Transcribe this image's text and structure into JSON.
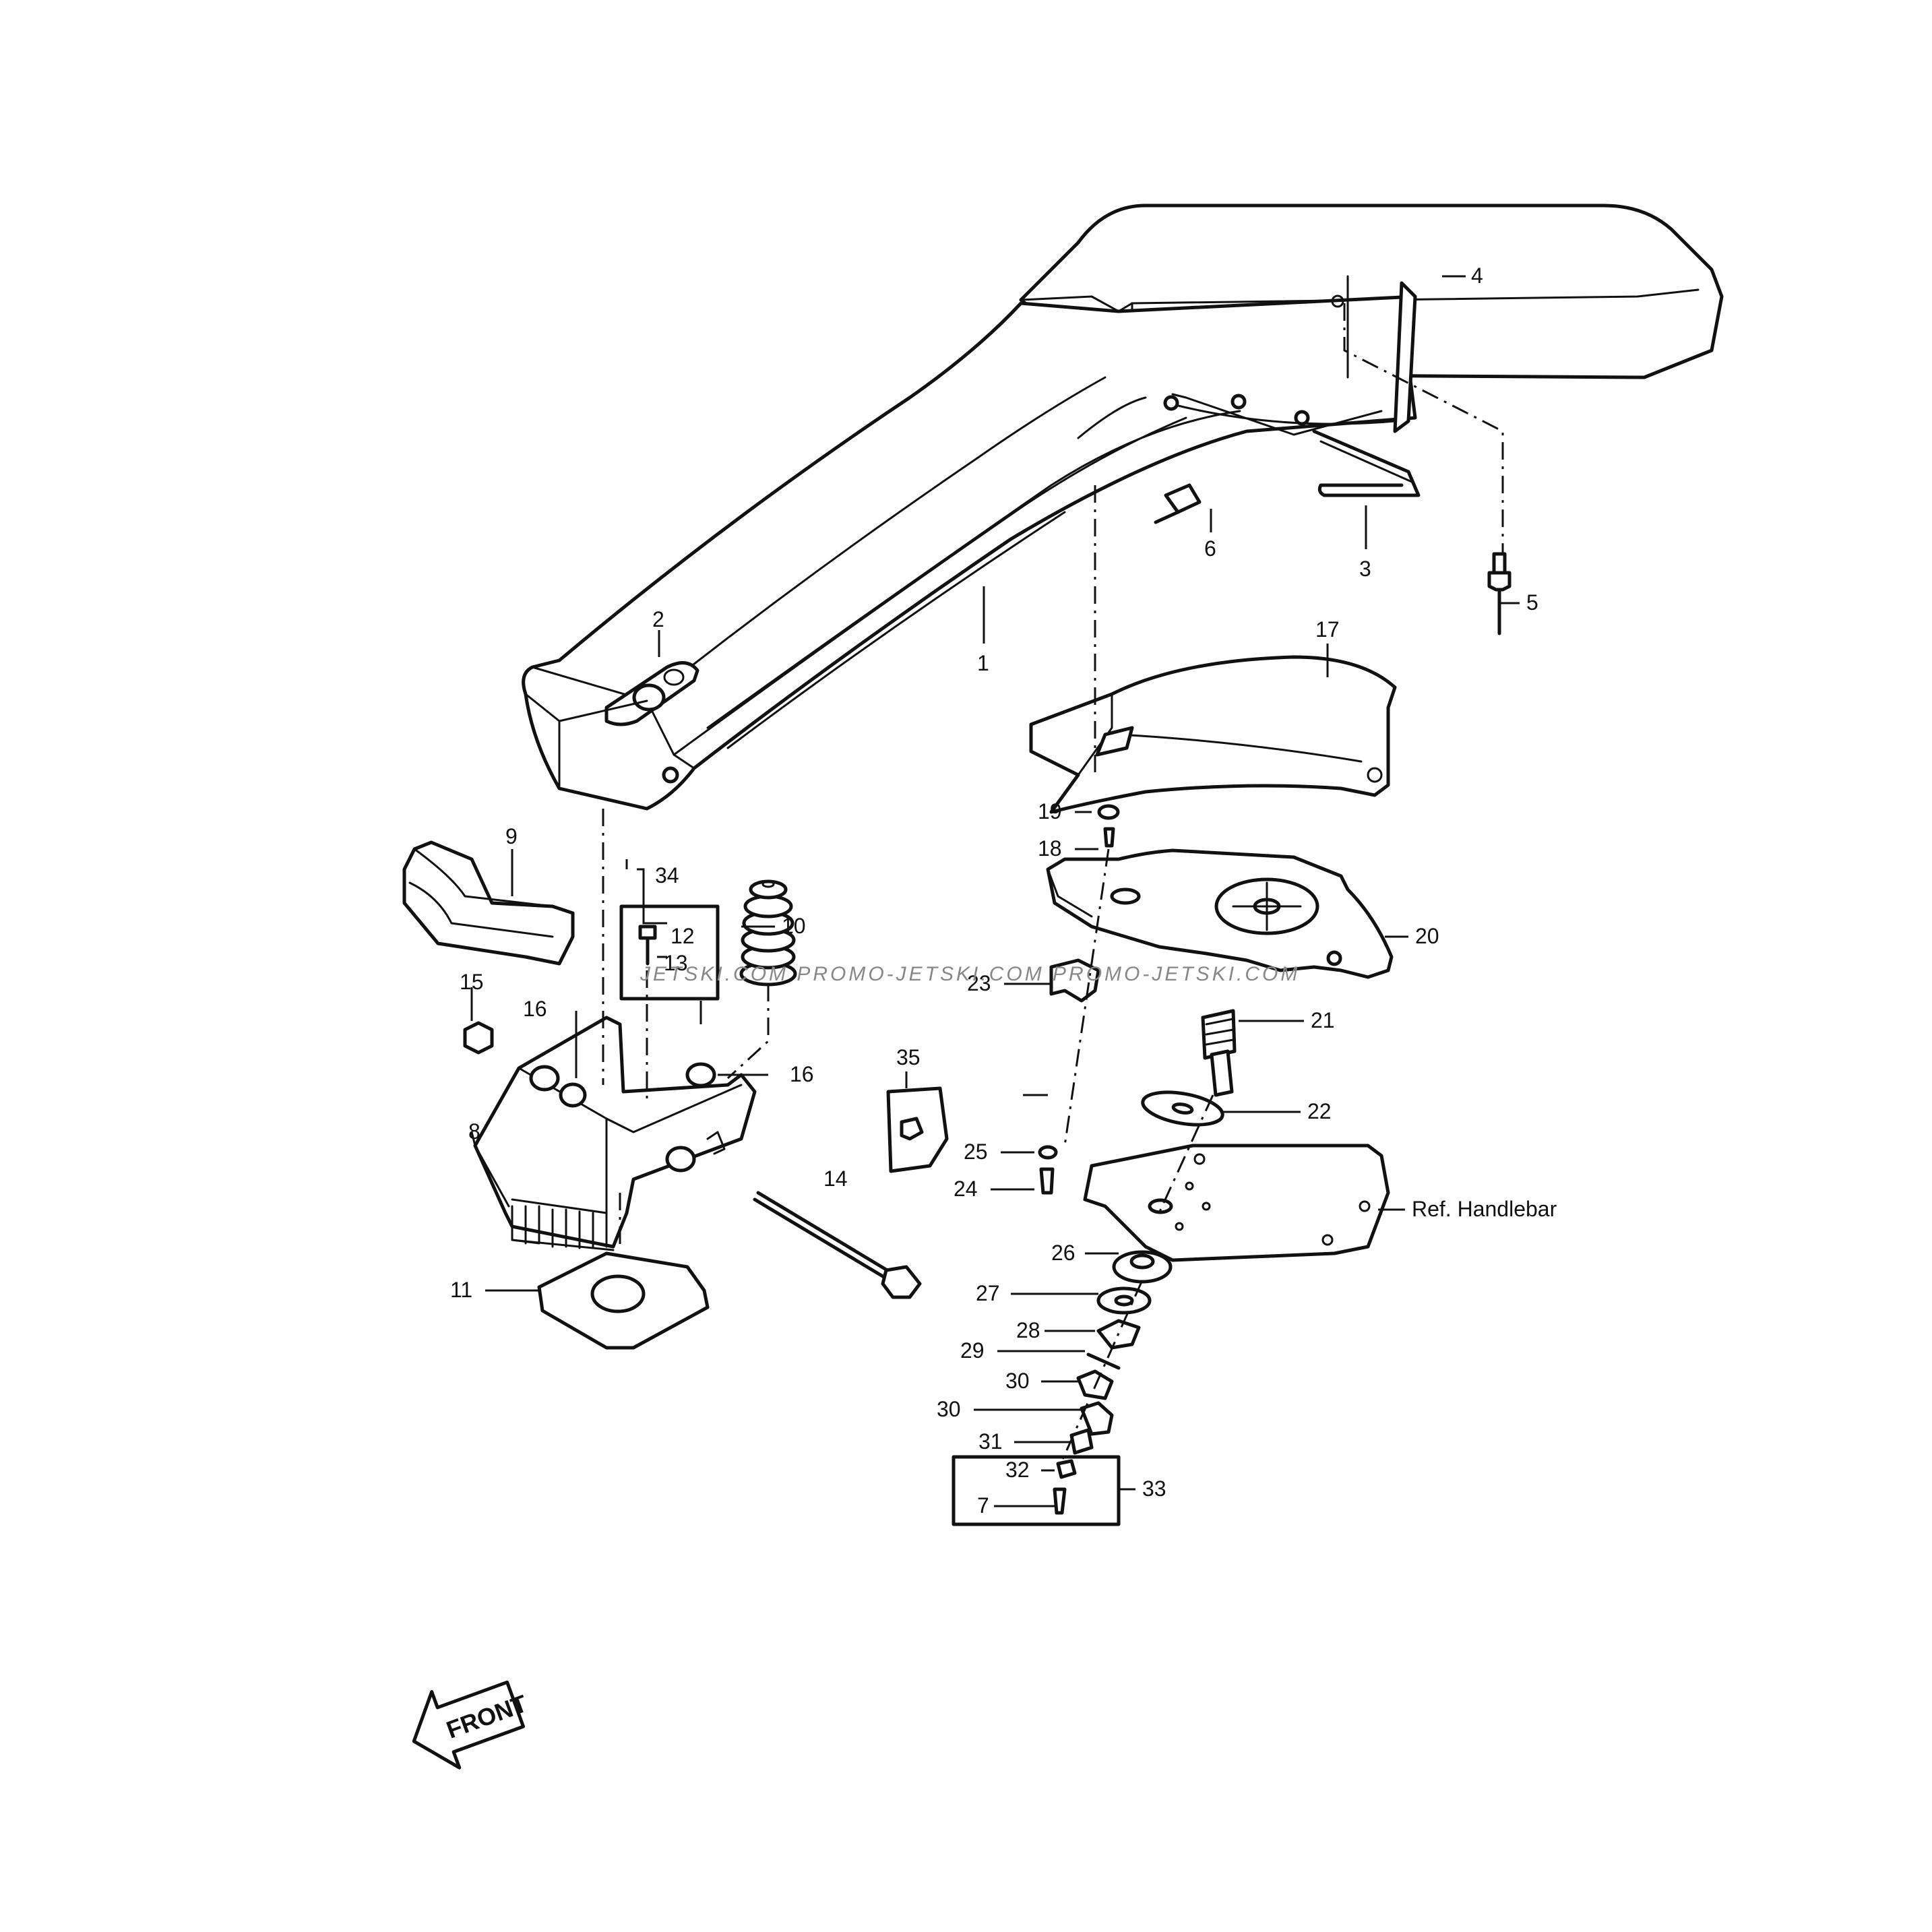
{
  "watermark": "JETSKI.COM  PROMO-JETSKI.COM  PROMO-JETSKI.COM",
  "front_arrow_text": "FRONT",
  "ref_handlebar": "Ref. Handlebar",
  "callouts": {
    "c1": "1",
    "c2": "2",
    "c3": "3",
    "c4": "4",
    "c5": "5",
    "c6": "6",
    "c7": "7",
    "c8": "8",
    "c9": "9",
    "c10": "10",
    "c11": "11",
    "c12": "12",
    "c13": "13",
    "c14": "14",
    "c15": "15",
    "c16a": "16",
    "c16b": "16",
    "c17": "17",
    "c18": "18",
    "c19": "19",
    "c20": "20",
    "c21": "21",
    "c22": "22",
    "c23": "23",
    "c24": "24",
    "c25": "25",
    "c26": "26",
    "c27": "27",
    "c28": "28",
    "c29": "29",
    "c30a": "30",
    "c30b": "30",
    "c31": "31",
    "c32": "32",
    "c33": "33",
    "c34": "34",
    "c35": "35"
  },
  "colors": {
    "ink": "#111111",
    "paper": "#ffffff",
    "watermark": "#888888"
  }
}
